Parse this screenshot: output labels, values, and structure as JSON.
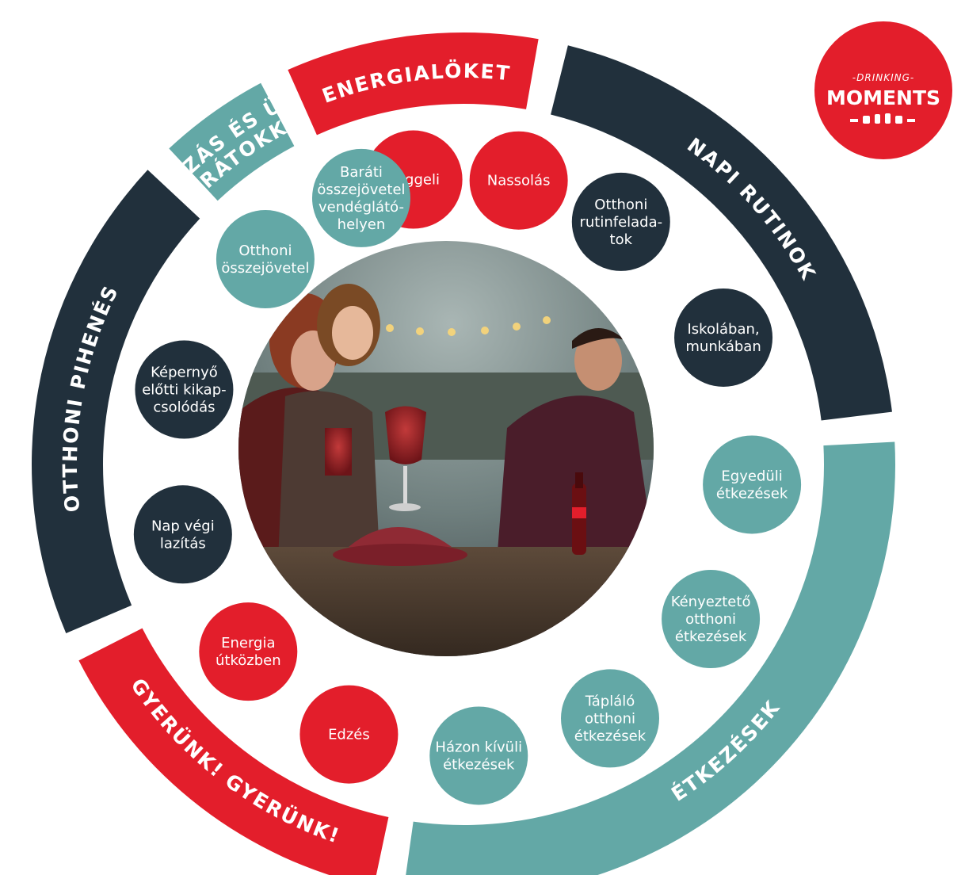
{
  "colors": {
    "red": "#e31e2b",
    "teal": "#63a8a6",
    "navy": "#21303c",
    "white": "#ffffff"
  },
  "logo": {
    "line1": "-DRINKING-",
    "line2": "MOMENTS",
    "icons": "bottle-and-cup-icons"
  },
  "center_photo": {
    "description_icon": "friends-photo-icon"
  },
  "segments": [
    {
      "id": "energialoket",
      "label": "ENERGIALÖKET",
      "color": "red",
      "bubbles": [
        {
          "lines": [
            "Reggeli"
          ]
        },
        {
          "lines": [
            "Nassolás"
          ]
        }
      ]
    },
    {
      "id": "napi-rutinok",
      "label": "NAPI RUTINOK",
      "color": "navy",
      "bubbles": [
        {
          "lines": [
            "Otthoni",
            "rutinfelada-",
            "tok"
          ]
        },
        {
          "lines": [
            "Iskolában,",
            "munkában"
          ]
        }
      ]
    },
    {
      "id": "etkezesek",
      "label": "ÉTKEZÉSEK",
      "color": "teal",
      "bubbles": [
        {
          "lines": [
            "Egyedüli",
            "étkezések"
          ]
        },
        {
          "lines": [
            "Kényeztető",
            "otthoni",
            "étkezések"
          ]
        },
        {
          "lines": [
            "Tápláló",
            "otthoni",
            "étkezések"
          ]
        },
        {
          "lines": [
            "Házon kívüli",
            "étkezések"
          ]
        }
      ]
    },
    {
      "id": "gyerunk",
      "label": "GYERÜNK! GYERÜNK!",
      "color": "red",
      "bubbles": [
        {
          "lines": [
            "Edzés"
          ]
        },
        {
          "lines": [
            "Energia",
            "útközben"
          ]
        }
      ]
    },
    {
      "id": "otthoni-pihenes",
      "label": "OTTHONI PIHENÉS",
      "color": "navy",
      "bubbles": [
        {
          "lines": [
            "Nap végi",
            "lazítás"
          ]
        },
        {
          "lines": [
            "Képernyő",
            "előtti kikap-",
            "csolódás"
          ]
        }
      ]
    },
    {
      "id": "szorakozas",
      "label": "SZÓRAKOZÁS ÉS ÜNNEPLÉS",
      "label2": "BARÁTOKKAL",
      "color": "teal",
      "bubbles": [
        {
          "lines": [
            "Otthoni",
            "összejövetel"
          ]
        },
        {
          "lines": [
            "Baráti",
            "összejövetel",
            "vendéglátó-",
            "helyen"
          ]
        }
      ]
    }
  ]
}
